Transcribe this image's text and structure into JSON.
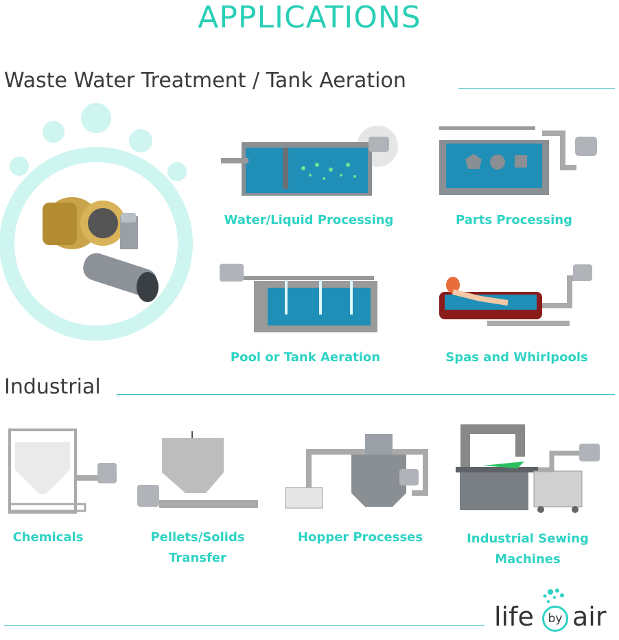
{
  "page_title": "APPLICATIONS",
  "sections": {
    "wastewater": {
      "heading": "Waste Water Treatment / Tank Aeration",
      "items": [
        {
          "label": "Water/Liquid Processing"
        },
        {
          "label": "Parts Processing"
        },
        {
          "label": "Pool or Tank Aeration"
        },
        {
          "label": "Spas and Whirlpools"
        }
      ]
    },
    "industrial": {
      "heading": "Industrial",
      "items": [
        {
          "label": "Chemicals"
        },
        {
          "label_line1": "Pellets/Solids",
          "label_line2": "Transfer"
        },
        {
          "label": "Hopper Processes"
        },
        {
          "label_line1": "Industrial Sewing",
          "label_line2": "Machines"
        }
      ]
    }
  },
  "logo": {
    "part1": "life",
    "part2": "by",
    "part3": "air"
  },
  "colors": {
    "accent": "#2ed3c4",
    "heading": "#3b3b3b",
    "rule": "#3fc1c9",
    "water": "#1f8fb8",
    "tank": "#9a9a9a"
  }
}
